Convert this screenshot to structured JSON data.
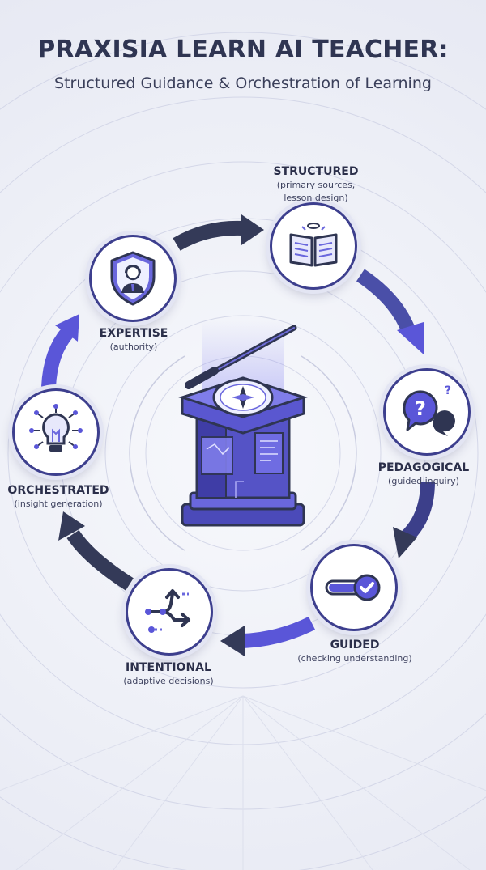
{
  "header": {
    "title": "PRAXISIA LEARN AI TEACHER:",
    "subtitle": "Structured Guidance & Orchestration of Learning"
  },
  "colors": {
    "navy": "#2f3552",
    "indigo": "#5b57d6",
    "node_border": "#3d3f8e"
  },
  "cycle": [
    {
      "title": "STRUCTURED",
      "desc_line1": "(primary sources,",
      "desc_line2": "lesson design)",
      "icon": "open-book-icon"
    },
    {
      "title": "PEDAGOGICAL",
      "desc_line1": "(guided inquiry)",
      "icon": "question-bubbles-icon"
    },
    {
      "title": "GUIDED",
      "desc_line1": "(checking understanding)",
      "icon": "progress-check-icon"
    },
    {
      "title": "INTENTIONAL",
      "desc_line1": "(adaptive decisions)",
      "icon": "branching-arrows-icon"
    },
    {
      "title": "ORCHESTRATED",
      "desc_line1": "(insight generation)",
      "icon": "lightbulb-network-icon"
    },
    {
      "title": "EXPERTISE",
      "desc_line1": "(authority)",
      "icon": "shield-teacher-icon"
    }
  ],
  "center": {
    "icon": "compass-pillar-icon",
    "pointer": "pointer-stick-icon"
  }
}
